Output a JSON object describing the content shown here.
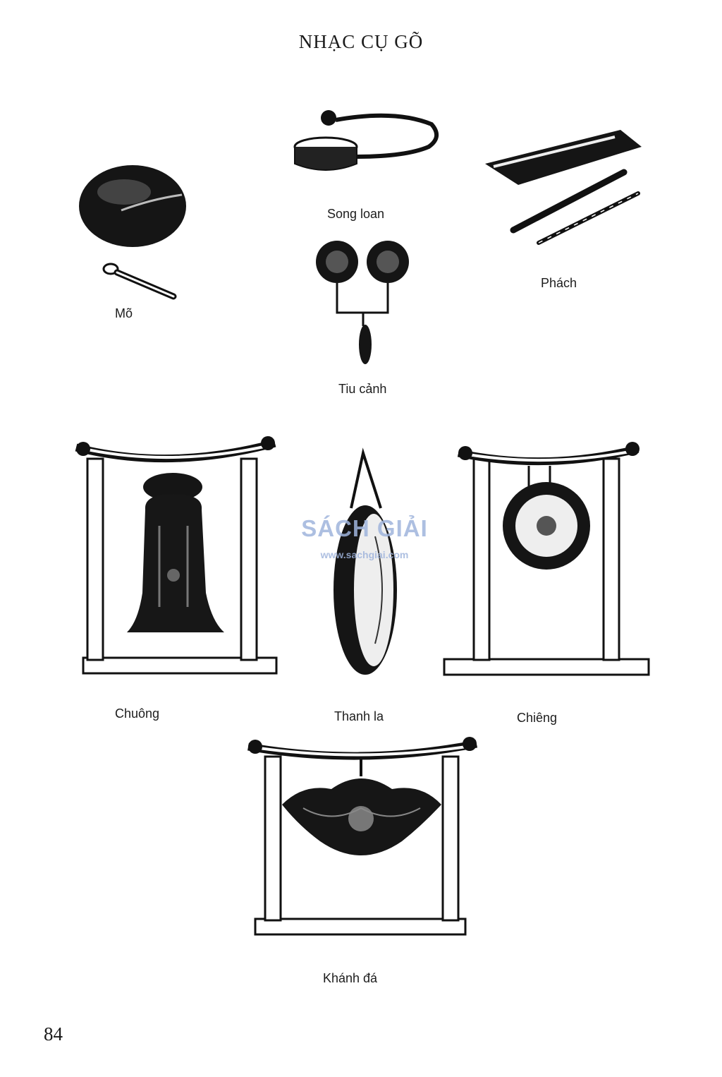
{
  "page": {
    "title": "NHẠC CỤ GÕ",
    "number": "84"
  },
  "instruments": {
    "mo": "Mõ",
    "song_loan": "Song loan",
    "phach": "Phách",
    "tiu_canh": "Tiu cảnh",
    "chuong": "Chuông",
    "thanh_la": "Thanh la",
    "chieng": "Chiêng",
    "khanh_da": "Khánh đá"
  },
  "watermark": {
    "logo": "SÁCH GIẢI",
    "url": "www.sachgiai.com"
  },
  "colors": {
    "ink": "#1a1a1a",
    "watermark": "#9fb4dc"
  }
}
